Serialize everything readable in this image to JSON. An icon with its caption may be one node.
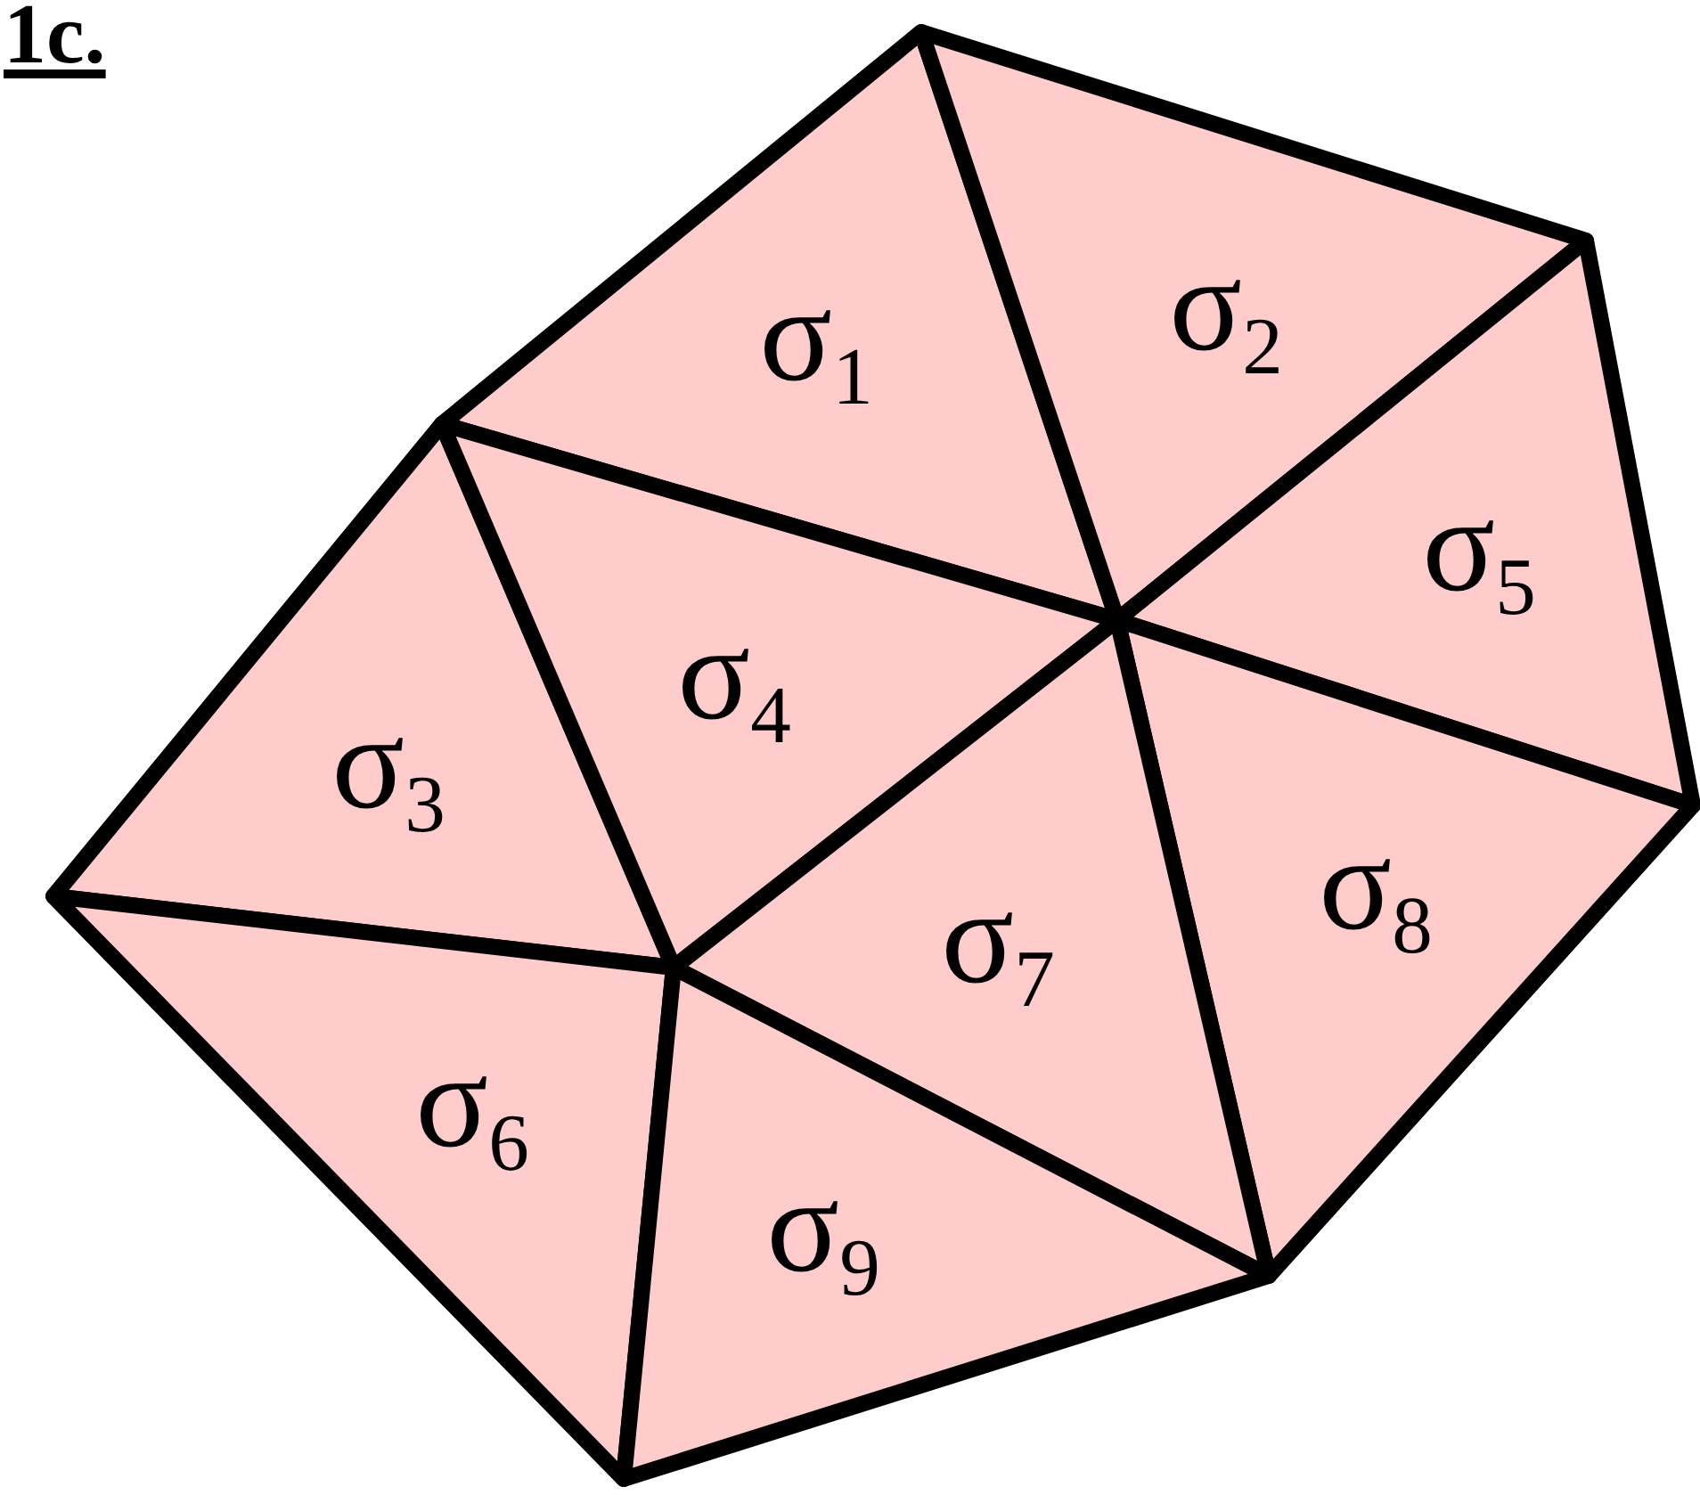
{
  "diagram": {
    "nodes": [
      {
        "text": [
          "σ$_{1}$"
        ]
      },
      {
        "text": [
          "σ$_{2}$"
        ]
      },
      {
        "text": [
          "σ$_{5}$"
        ]
      },
      {
        "text": [
          "σ$_{3}$"
        ]
      },
      {
        "text": [
          "σ$_{4}$"
        ]
      },
      {
        "text": [
          "σ$_{8}$"
        ]
      },
      {
        "text": [
          "σ$_{7}$"
        ]
      },
      {
        "text": [
          "σ$_{6}$"
        ]
      },
      {
        "text": [
          "σ$_{9}$"
        ]
      }
    ],
    "edges": [],
    "labels": [
      "1c."
    ]
  }
}
